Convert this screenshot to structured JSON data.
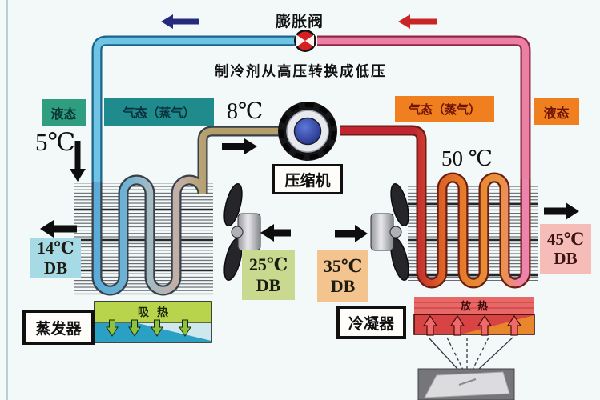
{
  "labels": {
    "expansion_valve": "膨胀阀",
    "caption": "制冷剂从高压转换成低压",
    "compressor": "压缩机",
    "evaporator": "蒸发器",
    "condenser": "冷凝器",
    "absorb_heat": "吸热",
    "release_heat": "放热"
  },
  "states": {
    "left_liquid": "液态",
    "left_gas": "气态（蒸气）",
    "right_gas": "气态（蒸气）",
    "right_liquid": "液态"
  },
  "temperatures": {
    "after_valve": "5℃",
    "suction_line": "8℃",
    "discharge_line": "50 ℃",
    "evap_air_off": "14℃",
    "evap_air_on": "25℃",
    "cond_air_on": "35℃",
    "cond_air_off": "45℃",
    "db_suffix": "DB"
  },
  "colors": {
    "low_pressure_pipe": "#6fc4e4",
    "high_pressure_liquid_pipe": "#ec7fa4",
    "hot_gas_pipe": "#c22432",
    "suction_pipe": "#b2a068",
    "teal_state_box": "#1f8b8d",
    "green_state_box": "#2f9d80",
    "orange_state_box": "#ef7f1f",
    "evap_air_off_box": "#a6dae4",
    "evap_air_on_box": "#c9da90",
    "cond_air_on_box": "#f3c48e",
    "cond_air_off_box": "#f5bcb8",
    "absorb_band": "#b7d44c",
    "release_band": "#e86868",
    "blue_arrow": "#252a7c",
    "red_arrow": "#c92525"
  }
}
